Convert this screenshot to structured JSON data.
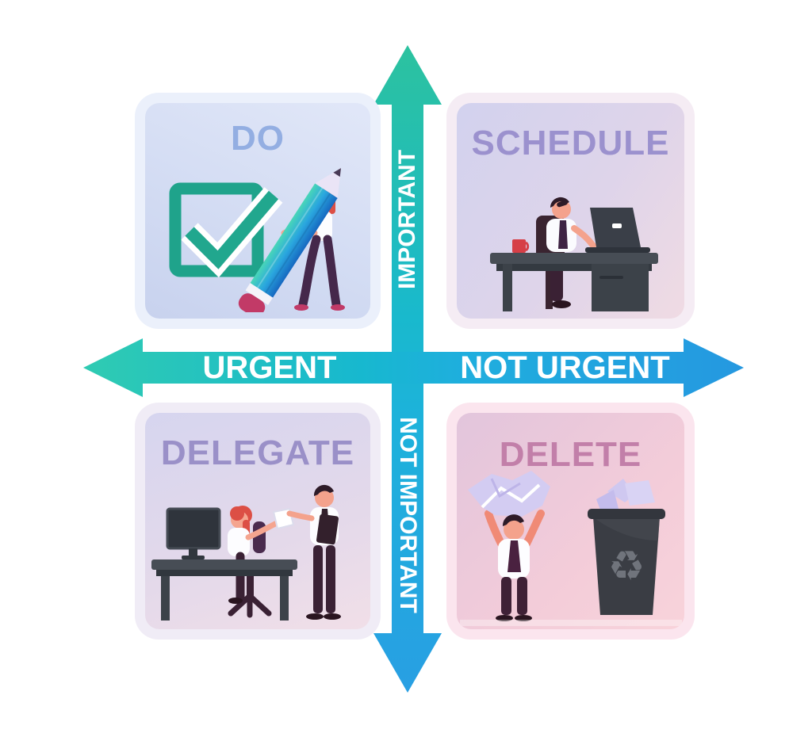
{
  "matrix": {
    "quadrants": {
      "do": {
        "label": "DO",
        "title_color": "#93aee2",
        "bg_color": "#cfd9f1",
        "illustration": "woman-with-giant-pencil-and-checked-checkbox"
      },
      "schedule": {
        "label": "SCHEDULE",
        "title_color": "#9b91ce",
        "bg_color": "#d9d3e9",
        "illustration": "man-working-at-desk-with-laptop-and-mug"
      },
      "delegate": {
        "label": "DELEGATE",
        "title_color": "#9a90c8",
        "bg_color": "#dad6ec",
        "illustration": "woman-at-desk-handing-paper-to-standing-man"
      },
      "delete": {
        "label": "DELETE",
        "title_color": "#c27fa9",
        "bg_color": "#f0cbda",
        "illustration": "man-lifting-crumpled-paper-beside-recycle-bin"
      }
    },
    "axes": {
      "horizontal": {
        "left_label": "URGENT",
        "right_label": "NOT URGENT",
        "left_color": "#2fcbb2",
        "center_color": "#18b6d4",
        "right_color": "#2598e0"
      },
      "vertical": {
        "top_label": "IMPORTANT",
        "bottom_label": "NOT IMPORTANT",
        "top_color": "#2cc29f",
        "bottom_color": "#289fe3"
      }
    },
    "icons": {
      "recycle_icon": "♻"
    },
    "palette": {
      "label_text": "#ffffff",
      "checkbox_teal": "#1fa38b",
      "pencil_eraser": "#c23a67",
      "desk_charcoal": "#40464e",
      "skin": "#f5a58f",
      "hair_red": "#dc4f45",
      "hair_dark": "#2e1b28",
      "paper_lavender": "#d3ccf2",
      "mug_red": "#d63f47"
    }
  }
}
